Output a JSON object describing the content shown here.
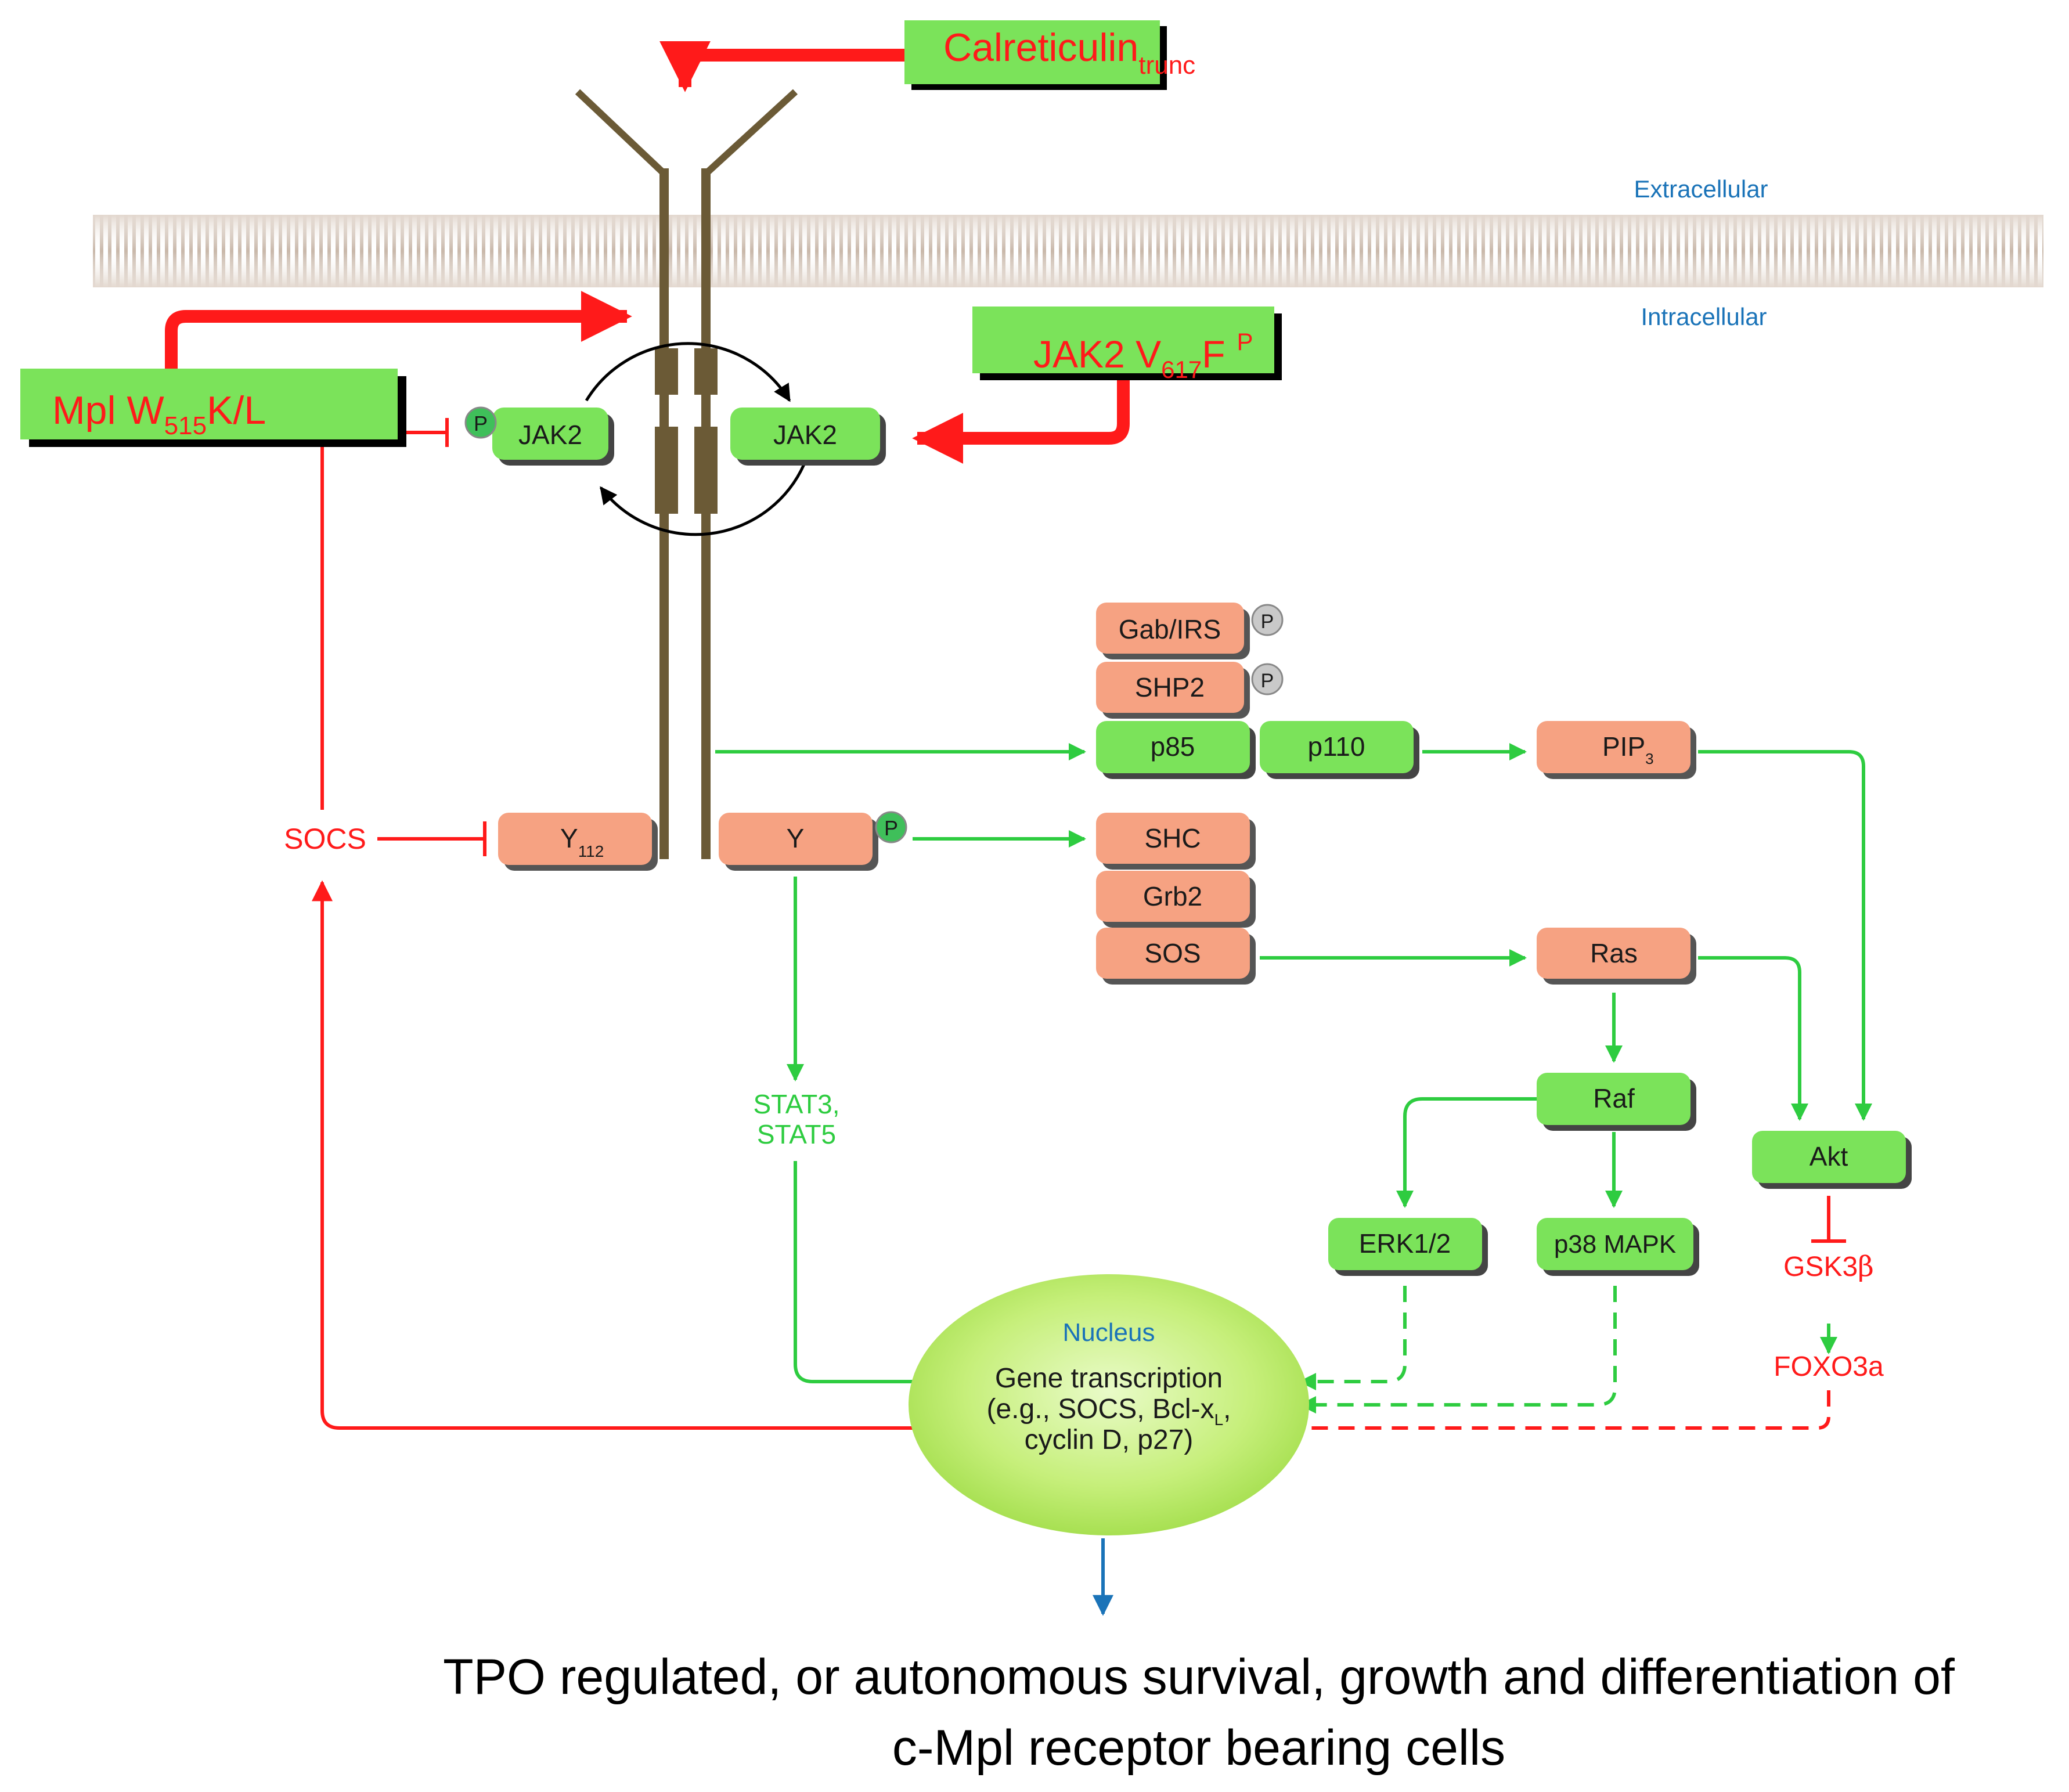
{
  "regions": {
    "extracellular": "Extracellular",
    "intracellular": "Intracellular",
    "nucleus": "Nucleus"
  },
  "mutations": {
    "calreticulin": {
      "main": "Calreticulin",
      "sub": "trunc"
    },
    "jak2": {
      "pre": "JAK2 V",
      "sub": "617",
      "post": "F",
      "sup": "P"
    },
    "mpl": {
      "pre": "Mpl W",
      "sub": "515",
      "post": "K/L"
    }
  },
  "receptor": {
    "jak2_left": "JAK2",
    "jak2_right": "JAK2",
    "phospho": "P"
  },
  "tyrosines": {
    "y112_main": "Y",
    "y112_sub": "112",
    "y": "Y",
    "phospho": "P"
  },
  "socs": "SOCS",
  "stat": [
    "STAT3,",
    "STAT5"
  ],
  "pi3k": {
    "gab": "Gab/IRS",
    "shp2": "SHP2",
    "p85": "p85",
    "p110": "p110",
    "pip_main": "PIP",
    "pip_sub": "3",
    "phospho": "P"
  },
  "ras_branch": {
    "shc": "SHC",
    "grb2": "Grb2",
    "sos": "SOS",
    "ras": "Ras",
    "raf": "Raf",
    "erk": "ERK1/2",
    "p38": "p38 MAPK",
    "akt": "Akt"
  },
  "akt_targets": {
    "gsk_main": "GSK3",
    "gsk_greek": "β",
    "foxo": "FOXO3a"
  },
  "nucleus_text": {
    "line1": "Gene transcription",
    "line2_pre": "(e.g., SOCS, Bcl-x",
    "line2_sub": "L",
    "line2_post": ",",
    "line3": "cyclin D, p27)"
  },
  "outcome": [
    "TPO regulated, or autonomous survival, growth and differentiation of",
    "c-Mpl receptor bearing cells"
  ],
  "colors": {
    "red": "#ff1a1a",
    "green": "#2ecc40",
    "salmon": "#f6a282",
    "lime": "#7be35a",
    "blue": "#1a73b8",
    "receptor": "#6b5a36",
    "black": "#000000"
  }
}
